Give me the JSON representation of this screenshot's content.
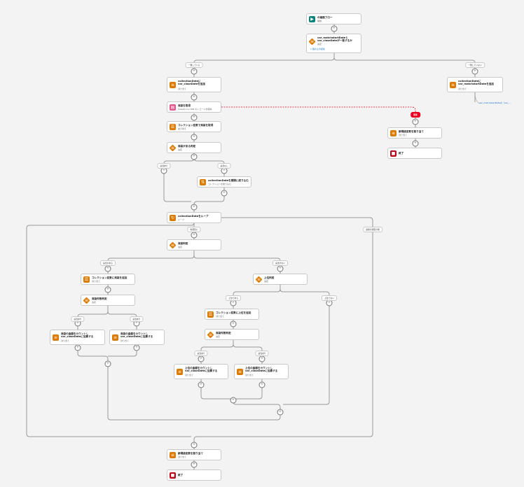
{
  "colors": {
    "accent": "#dd7a01",
    "start": "#0b827c",
    "fault": "#ea001e",
    "stop": "#ba0517",
    "crm": "#e3558c",
    "link": "#0b6ec9"
  },
  "nodes": {
    "start": {
      "title": "の画面フロー",
      "sub": "開始",
      "icon": "play-icon"
    },
    "decision1": {
      "title": "var_matchstartDateと var_closeDateが一致するか",
      "sub": "決定",
      "link": "1 個の上の接続",
      "icon": "decision-icon"
    },
    "assign_left": {
      "title": "collectionDateにvar_closeDateを追加",
      "sub": "割り当て",
      "icon": "assignment-icon"
    },
    "crm_get": {
      "title": "商談を取得",
      "sub": "Salesforce CRM のレコードを取得",
      "icon": "crm-icon"
    },
    "col_sort": {
      "title": "コレクション変数で商談を取得",
      "sub": "並び替え",
      "icon": "collection-icon"
    },
    "decision_check": {
      "title": "商談がある判定",
      "sub": "決定",
      "icon": "decision-icon"
    },
    "col_filter": {
      "title": "collectionDateを期間に絞り込む",
      "sub": "コレクションを絞り込む",
      "icon": "filter-icon"
    },
    "loop": {
      "title": "collectionDateをループ",
      "sub": "ループ",
      "icon": "loop-icon"
    },
    "decision_period": {
      "title": "商談判定",
      "sub": "決定",
      "icon": "decision-icon"
    },
    "col_sort2": {
      "title": "コレクション変数に商談を追加",
      "sub": "割り当て",
      "icon": "collection-icon"
    },
    "decision_check2": {
      "title": "商談件数判定",
      "sub": "決定",
      "icon": "decision-icon"
    },
    "assign_a": {
      "title": "商談の金額をカウントし var_closeDateに加算する",
      "sub": "割り当て",
      "icon": "assignment-icon"
    },
    "assign_b": {
      "title": "商談の金額をカウントし var_closeDateに加算する",
      "sub": "割り当て",
      "icon": "assignment-icon"
    },
    "decision_upper": {
      "title": "上位判定",
      "sub": "決定",
      "icon": "decision-icon"
    },
    "col_upper": {
      "title": "コレクション変数に上位を追加",
      "sub": "割り当て",
      "icon": "collection-icon"
    },
    "decision_upper2": {
      "title": "商談件数判定",
      "sub": "決定",
      "icon": "decision-icon"
    },
    "assign_c": {
      "title": "上位の金額をカウントし var_closeDateに加算する",
      "sub": "割り当て",
      "icon": "assignment-icon"
    },
    "assign_d": {
      "title": "上位の金額をカウントし var_closeDateに加算する",
      "sub": "割り当て",
      "icon": "assignment-icon"
    },
    "assign_final": {
      "title": "新規値変数を割り当て",
      "sub": "割り当て",
      "icon": "assignment-icon"
    },
    "end_main": {
      "title": "終了",
      "sub": "",
      "icon": "stop-icon"
    },
    "assign_right": {
      "title": "collectionDateに var_matchstartDateを追加",
      "sub": "割り当て",
      "icon": "assignment-icon"
    },
    "assign_fault": {
      "title": "新規値変数を割り当て",
      "sub": "割り当て",
      "icon": "assignment-icon"
    },
    "end_fault": {
      "title": "終了",
      "sub": "",
      "icon": "stop-icon"
    }
  },
  "pills": {
    "match": "一致している",
    "nomatch": "一致していない",
    "yes1": "該当あり",
    "no1": "該当なし",
    "each": "各項目に",
    "after_last": "最後の項目の後",
    "yes2": "該当がある",
    "no2": "該当がない",
    "yes3": "該当あり",
    "no3": "該当あり",
    "yes4": "上位である",
    "no4": "上位でない",
    "yes5": "該当あり",
    "no5": "該当あり",
    "fault": "障害"
  },
  "notes": {
    "right_link": "var_matchstartDateの（var_..."
  }
}
